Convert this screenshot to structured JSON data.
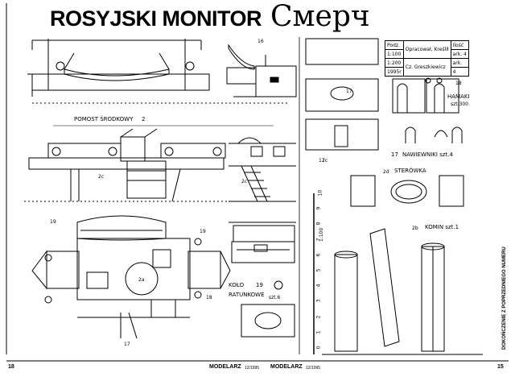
{
  "header": {
    "title": "ROSYJSKI MONITOR",
    "title_ru": "Смерч"
  },
  "info_table": {
    "podz_label": "Podz.",
    "scale1": "1:100",
    "scale2": "1:200",
    "year": "1995r",
    "author1": "Opracował, Kreślił",
    "author2": "Cz. Greszkiewicz",
    "count_label": "Ilość",
    "ark1": "ark. 4",
    "ark2_label": "ark.",
    "ark2_value": "4"
  },
  "labels": {
    "pomost": "POMOST ŚRODKOWY",
    "pomost_num": "2",
    "hamaki": "HAMAKI",
    "hamaki_count": "szt.300",
    "nawiewniki": "NAWIEWNIKI szt.4",
    "nawiewniki_num": "17",
    "sterowka": "STERÓWKA",
    "sterowka_num": "2d",
    "komin": "KOMIN szt.1",
    "komin_num": "2b",
    "kolo": "KOŁO",
    "kolo_num": "19",
    "ratunkowe": "RATUNKOWE",
    "ratunkowe_count": "szt.6",
    "scale_label": "1:100",
    "part_16": "16",
    "part_17a": "17",
    "part_18a": "18",
    "part_2c": "2c",
    "part_2c_b": "2c",
    "part_19a": "19",
    "part_19b": "19",
    "part_2a": "2a",
    "part_18b": "18",
    "part_17b": "17",
    "part_17c": "17",
    "part_2c_c": "2c"
  },
  "scale_ticks": [
    "0",
    "1",
    "2",
    "3",
    "4",
    "5",
    "6",
    "7",
    "8",
    "9",
    "10"
  ],
  "footer": {
    "page_left": "18",
    "mag_left": "MODELARZ",
    "mag_left_issue": "12/1995",
    "mag_right": "MODELARZ",
    "mag_right_issue": "12/1995",
    "page_right": "15",
    "continuation": "DOKOŃCZENIE Z POPRZEDNIEGO NUMERU"
  }
}
